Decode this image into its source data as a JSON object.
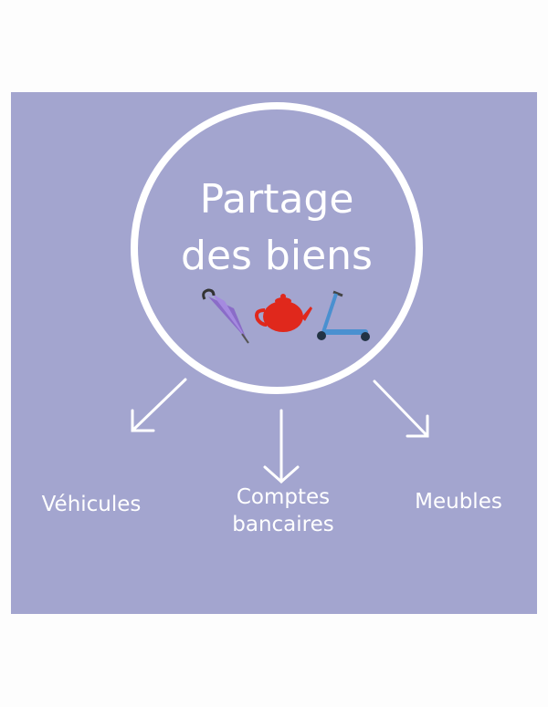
{
  "title": {
    "line1": "Partage",
    "line2": "des biens"
  },
  "icons": [
    "umbrella-icon",
    "teapot-icon",
    "scooter-icon"
  ],
  "branches": [
    {
      "label": "Véhicules"
    },
    {
      "label_line1": "Comptes",
      "label_line2": "bancaires"
    },
    {
      "label": "Meubles"
    }
  ],
  "colors": {
    "background": "#a3a5cf",
    "stroke": "#ffffff"
  }
}
